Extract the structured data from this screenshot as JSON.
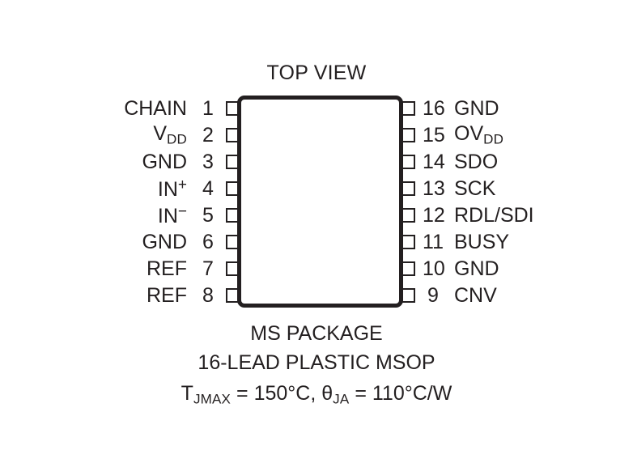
{
  "diagram": {
    "title": "TOP VIEW",
    "package_outline": {
      "shape": "rounded-rectangle",
      "outline_color": "#231f20"
    },
    "left_pins": [
      {
        "number": "1",
        "label": "CHAIN",
        "label_base": "CHAIN",
        "label_sub": "",
        "label_sup": ""
      },
      {
        "number": "2",
        "label": "VDD",
        "label_base": "V",
        "label_sub": "DD",
        "label_sup": ""
      },
      {
        "number": "3",
        "label": "GND",
        "label_base": "GND",
        "label_sub": "",
        "label_sup": ""
      },
      {
        "number": "4",
        "label": "IN+",
        "label_base": "IN",
        "label_sub": "",
        "label_sup": "+"
      },
      {
        "number": "5",
        "label": "IN−",
        "label_base": "IN",
        "label_sub": "",
        "label_sup": "−"
      },
      {
        "number": "6",
        "label": "GND",
        "label_base": "GND",
        "label_sub": "",
        "label_sup": ""
      },
      {
        "number": "7",
        "label": "REF",
        "label_base": "REF",
        "label_sub": "",
        "label_sup": ""
      },
      {
        "number": "8",
        "label": "REF",
        "label_base": "REF",
        "label_sub": "",
        "label_sup": ""
      }
    ],
    "right_pins": [
      {
        "number": "16",
        "label": "GND",
        "label_base": "GND",
        "label_sub": "",
        "label_sup": ""
      },
      {
        "number": "15",
        "label": "OVDD",
        "label_base": "OV",
        "label_sub": "DD",
        "label_sup": ""
      },
      {
        "number": "14",
        "label": "SDO",
        "label_base": "SDO",
        "label_sub": "",
        "label_sup": ""
      },
      {
        "number": "13",
        "label": "SCK",
        "label_base": "SCK",
        "label_sub": "",
        "label_sup": ""
      },
      {
        "number": "12",
        "label": "RDL/SDI",
        "label_base": "RDL/SDI",
        "label_sub": "",
        "label_sup": ""
      },
      {
        "number": "11",
        "label": "BUSY",
        "label_base": "BUSY",
        "label_sub": "",
        "label_sup": ""
      },
      {
        "number": "10",
        "label": "GND",
        "label_base": "GND",
        "label_sub": "",
        "label_sup": ""
      },
      {
        "number": "9",
        "label": "CNV",
        "label_base": "CNV",
        "label_sub": "",
        "label_sup": ""
      }
    ],
    "caption": {
      "line1": "MS PACKAGE",
      "line2": "16-LEAD PLASTIC MSOP",
      "line3_part1": "T",
      "line3_sub1": "JMAX",
      "line3_part2": " = 150°C, ",
      "line3_theta": "θ",
      "line3_sub2": "JA",
      "line3_part3": " = 110°C/W"
    }
  }
}
